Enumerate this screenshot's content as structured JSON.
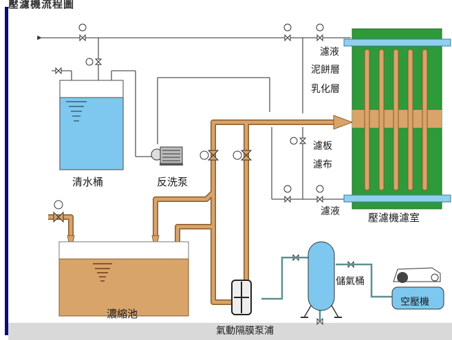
{
  "title": "壓濾機流程圖",
  "colors": {
    "slurry": "#d8a46a",
    "slurry_stroke": "#8a5a2a",
    "water": "#7ec8ef",
    "filter_green": "#2f9a3a",
    "filter_dark": "#1c6b24",
    "filtrate_bar": "#8fd0f0",
    "pipe_line": "#555555",
    "air_pipe": "#5a8f93",
    "frame": "#0b0b7a",
    "floor": "#d9d9d9"
  },
  "labels": {
    "filtrate_top": "濾液",
    "filter_cake": "泥餅層",
    "emulsion_layer": "乳化層",
    "filter_plate": "濾板",
    "filter_cloth": "濾布",
    "filtrate_bottom": "濾液",
    "filter_press_chamber": "壓濾機濾室",
    "clean_water_tank": "清水桶",
    "backwash_pump": "反洗泵",
    "thickening_tank": "濃縮池",
    "diaphragm_pump": "氣動隔膜泵浦",
    "air_receiver": "儲氣桶",
    "air_compressor": "空壓機"
  },
  "icons": {
    "gauge": "pressure-gauge-icon",
    "valve": "gate-valve-icon",
    "pump": "centrifugal-pump-icon",
    "diaphragm": "diaphragm-pump-icon",
    "compressor": "air-compressor-icon"
  }
}
